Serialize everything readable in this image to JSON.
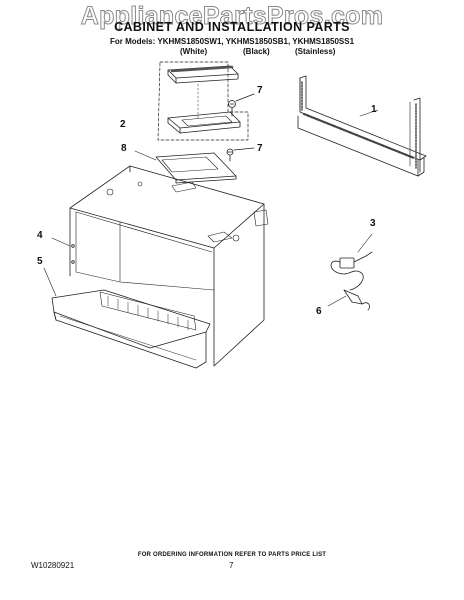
{
  "header": {
    "watermark": "AppliancePartsPros.com",
    "title": "CABINET AND INSTALLATION PARTS",
    "models_line": "For Models: YKHMS1850SW1, YKHMS1850SB1, YKHMS1850SS1",
    "variants": [
      "(White)",
      "(Black)",
      "(Stainless)"
    ]
  },
  "callouts": {
    "c1": "1",
    "c2": "2",
    "c3": "3",
    "c4": "4",
    "c5": "5",
    "c6": "6",
    "c7a": "7",
    "c7b": "7",
    "c8": "8"
  },
  "footer": {
    "ordering_info": "FOR ORDERING INFORMATION REFER TO PARTS PRICE LIST",
    "doc_number": "W10280921",
    "page_number": "7"
  }
}
